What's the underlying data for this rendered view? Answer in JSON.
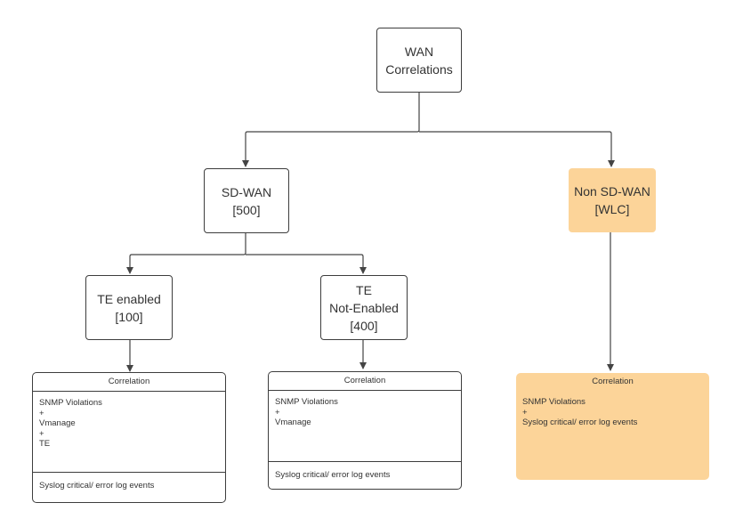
{
  "diagram": {
    "root": {
      "lines": [
        "WAN",
        "Correlations"
      ]
    },
    "sdwan": {
      "lines": [
        "SD-WAN",
        "[500]"
      ]
    },
    "non_sdwan": {
      "lines": [
        "Non SD-WAN",
        "[WLC]"
      ]
    },
    "te_enabled": {
      "lines": [
        "TE enabled",
        "[100]"
      ]
    },
    "te_not_enabled": {
      "lines": [
        "TE",
        "Not-Enabled",
        "[400]"
      ]
    },
    "card_te_enabled": {
      "header": "Correlation",
      "body": [
        "SNMP Violations",
        "+",
        "Vmanage",
        "+",
        "TE"
      ],
      "footer": "Syslog critical/ error log events"
    },
    "card_te_not_enabled": {
      "header": "Correlation",
      "body": [
        "SNMP Violations",
        "+",
        "Vmanage"
      ],
      "footer": "Syslog critical/ error log events"
    },
    "card_non_sdwan": {
      "header": "Correlation",
      "body": [
        "SNMP Violations",
        "+",
        "Syslog critical/ error log events"
      ]
    }
  },
  "colors": {
    "accent": "#fcd499",
    "line": "#3d3d3d",
    "text": "#333333"
  }
}
